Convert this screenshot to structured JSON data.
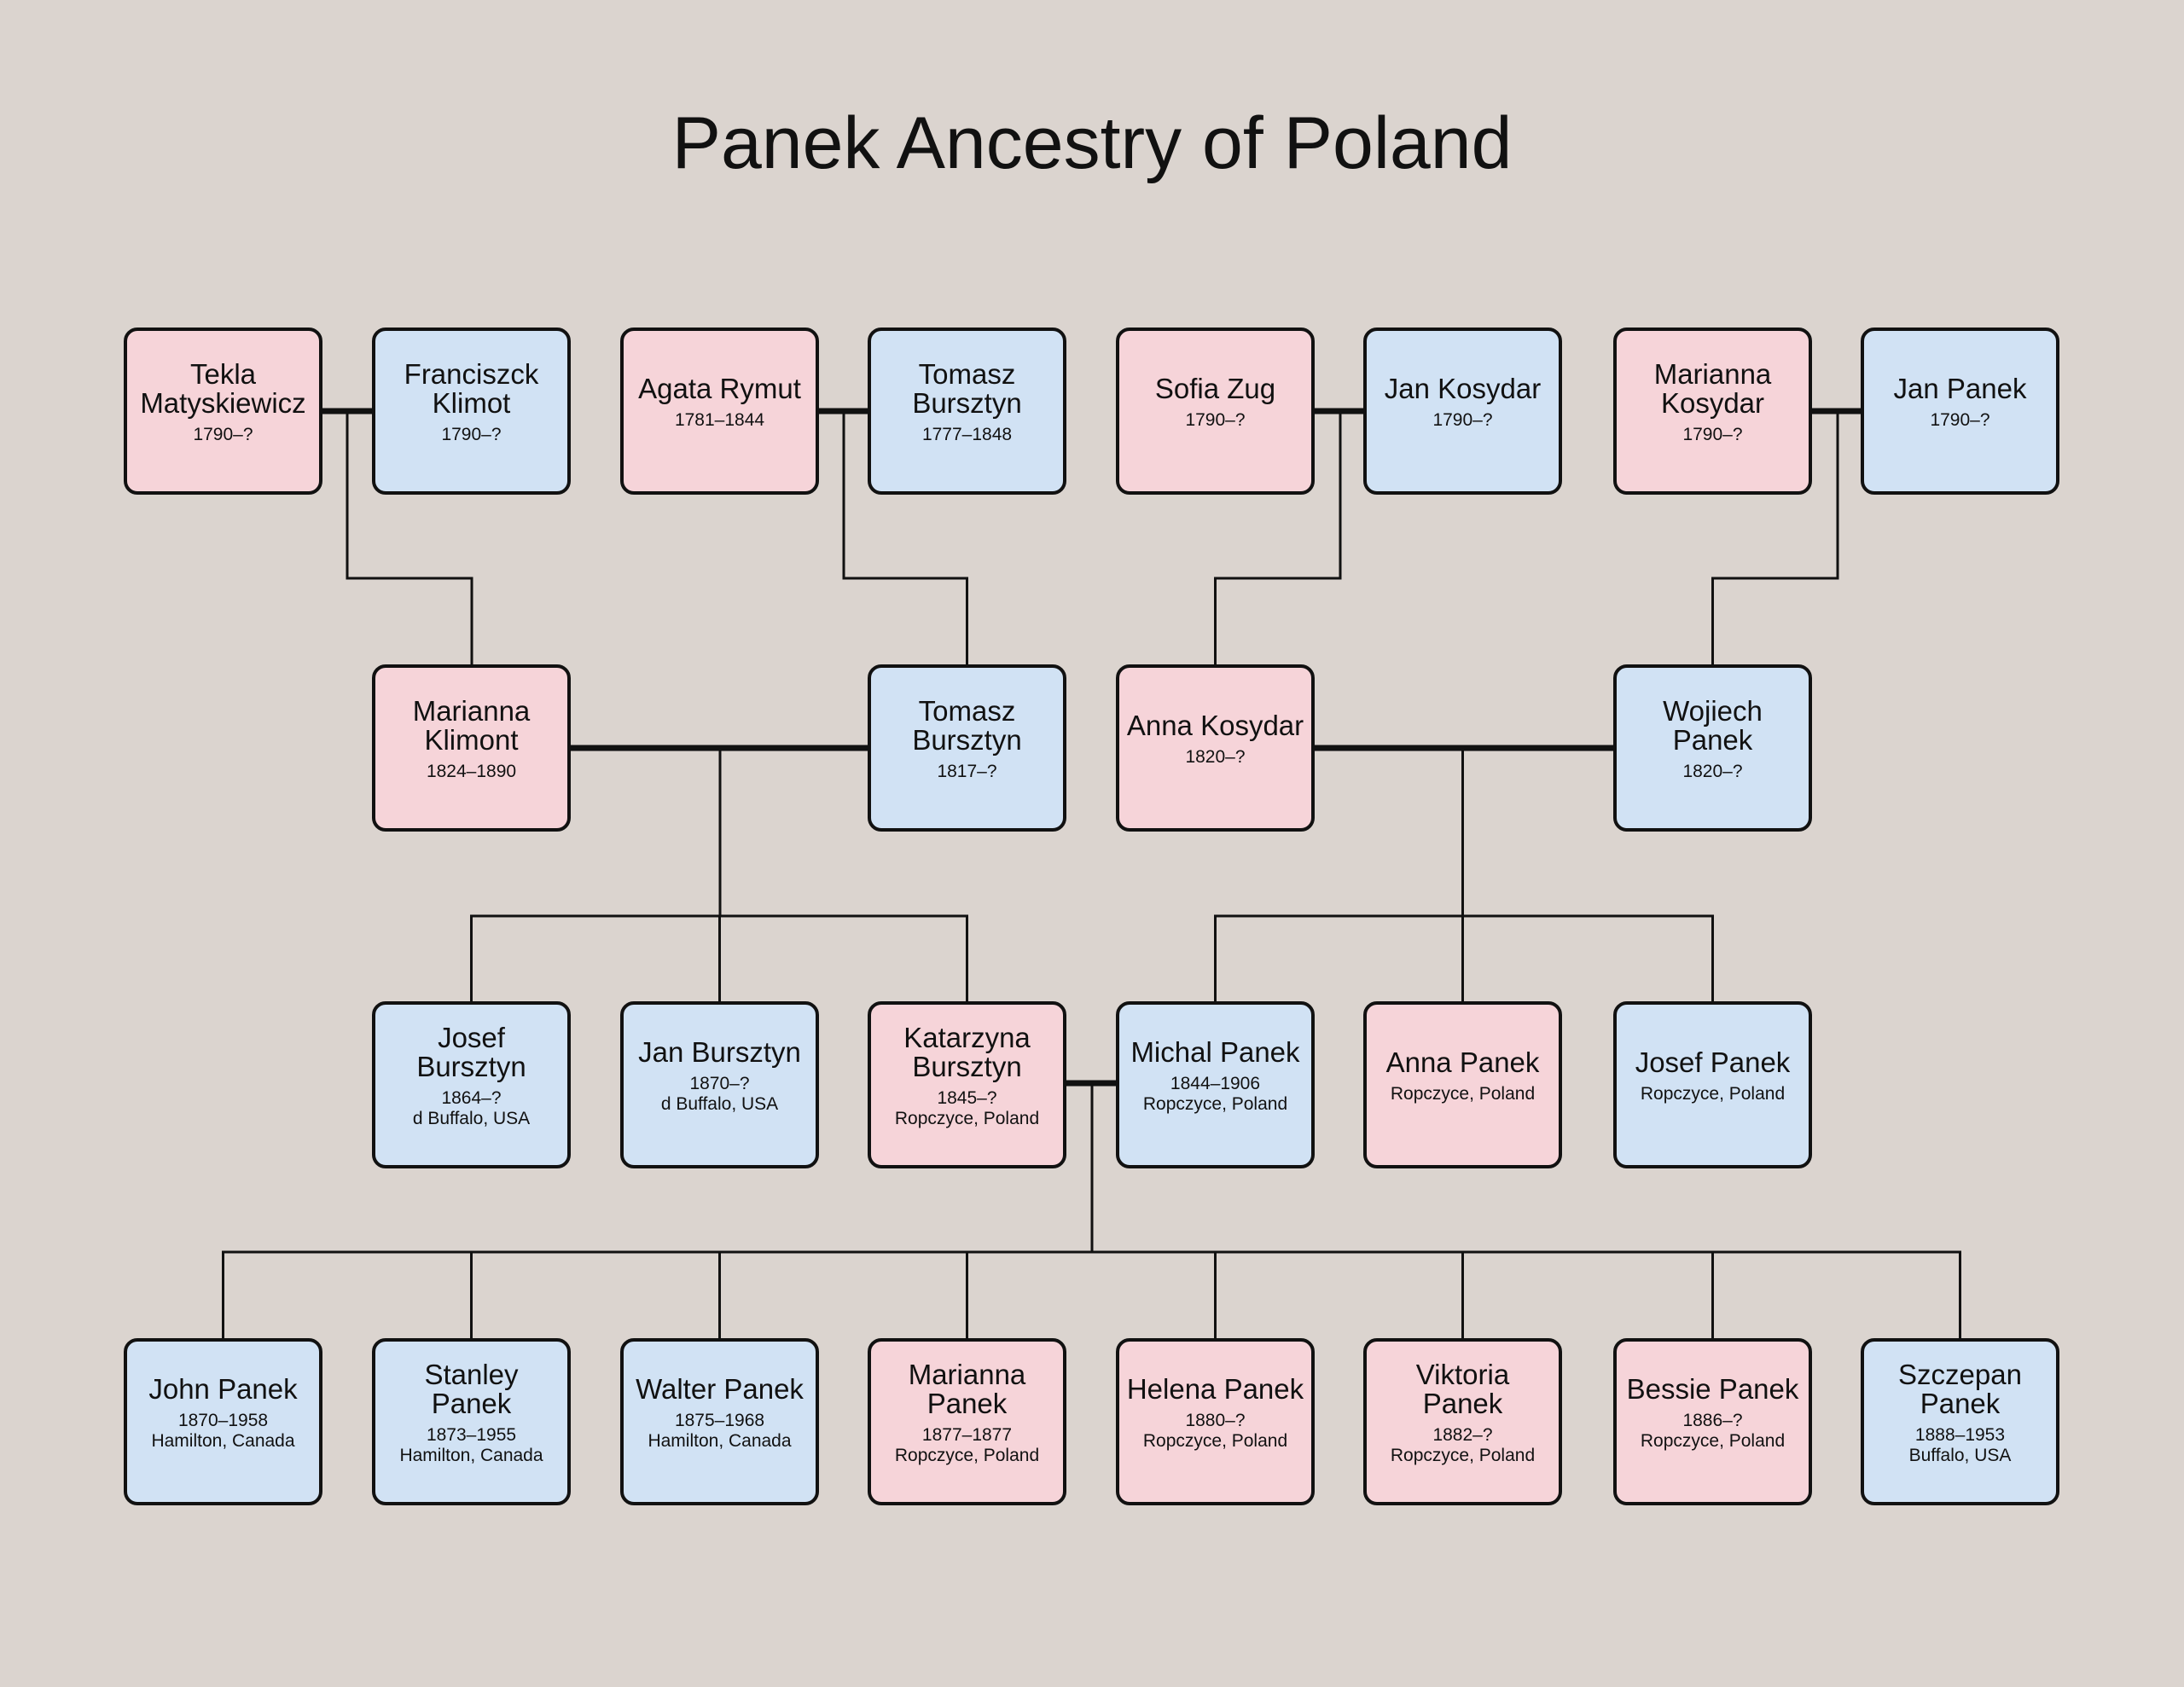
{
  "title": "Panek Ancestry of Poland",
  "colors": {
    "female": "#f6d4d9",
    "male": "#d1e2f4",
    "background": "#dbd4cf",
    "line": "#111111"
  },
  "generations": [
    [
      {
        "name": "Tekla\nMatyskiewicz",
        "details": "1790–?",
        "sex": "female"
      },
      {
        "name": "Franciszck\nKlimot",
        "details": "1790–?",
        "sex": "male"
      },
      {
        "name": "Agata Rymut",
        "details": "1781–1844",
        "sex": "female"
      },
      {
        "name": "Tomasz\nBursztyn",
        "details": "1777–1848",
        "sex": "male"
      },
      {
        "name": "Sofia Zug",
        "details": "1790–?",
        "sex": "female"
      },
      {
        "name": "Jan Kosydar",
        "details": "1790–?",
        "sex": "male"
      },
      {
        "name": "Marianna\nKosydar",
        "details": "1790–?",
        "sex": "female"
      },
      {
        "name": "Jan Panek",
        "details": "1790–?",
        "sex": "male"
      }
    ],
    [
      {
        "name": "Marianna\nKlimont",
        "details": "1824–1890",
        "sex": "female"
      },
      {
        "name": "Tomasz\nBursztyn",
        "details": "1817–?",
        "sex": "male"
      },
      {
        "name": "Anna Kosydar",
        "details": "1820–?",
        "sex": "female"
      },
      {
        "name": "Wojiech\nPanek",
        "details": "1820–?",
        "sex": "male"
      }
    ],
    [
      {
        "name": "Josef\nBursztyn",
        "details": "1864–?\nd Buffalo, USA",
        "sex": "male"
      },
      {
        "name": "Jan Bursztyn",
        "details": "1870–?\nd Buffalo, USA",
        "sex": "male"
      },
      {
        "name": "Katarzyna\nBursztyn",
        "details": "1845–?\nRopczyce, Poland",
        "sex": "female"
      },
      {
        "name": "Michal Panek",
        "details": "1844–1906\nRopczyce, Poland",
        "sex": "male"
      },
      {
        "name": "Anna Panek",
        "details": "Ropczyce, Poland",
        "sex": "female"
      },
      {
        "name": "Josef Panek",
        "details": "Ropczyce, Poland",
        "sex": "male"
      }
    ],
    [
      {
        "name": "John Panek",
        "details": "1870–1958\nHamilton, Canada",
        "sex": "male"
      },
      {
        "name": "Stanley\nPanek",
        "details": "1873–1955\nHamilton, Canada",
        "sex": "male"
      },
      {
        "name": "Walter Panek",
        "details": "1875–1968\nHamilton, Canada",
        "sex": "male"
      },
      {
        "name": "Marianna\nPanek",
        "details": "1877–1877\nRopczyce, Poland",
        "sex": "female"
      },
      {
        "name": "Helena Panek",
        "details": "1880–?\nRopczyce, Poland",
        "sex": "female"
      },
      {
        "name": "Viktoria\nPanek",
        "details": "1882–?\nRopczyce, Poland",
        "sex": "female"
      },
      {
        "name": "Bessie Panek",
        "details": "1886–?\nRopczyce, Poland",
        "sex": "female"
      },
      {
        "name": "Szczepan\nPanek",
        "details": "1888–1953\nBuffalo, USA",
        "sex": "male"
      }
    ]
  ]
}
